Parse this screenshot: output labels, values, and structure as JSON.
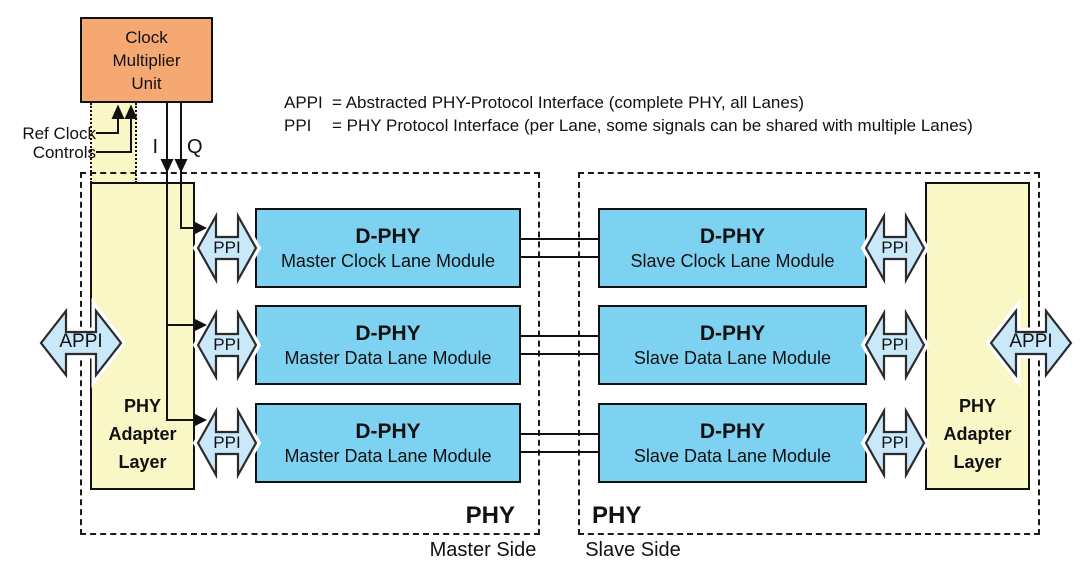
{
  "legend": {
    "rows": [
      {
        "term": "APPI",
        "definition": "= Abstracted PHY-Protocol Interface (complete PHY, all Lanes)"
      },
      {
        "term": "PPI",
        "definition": "= PHY Protocol Interface (per Lane, some signals can be shared with multiple Lanes)"
      }
    ]
  },
  "clock_multiplier_unit": {
    "label": "Clock\nMultiplier\nUnit"
  },
  "signals": {
    "ref_clock": "Ref Clock",
    "controls": "Controls",
    "i": "I",
    "q": "Q"
  },
  "interfaces": {
    "appi": "APPI",
    "ppi": "PPI"
  },
  "master": {
    "adapter_label": "PHY\nAdapter\nLayer",
    "phy_label": "PHY",
    "side_label": "Master Side",
    "modules": [
      {
        "title": "D-PHY",
        "subtitle": "Master Clock Lane Module"
      },
      {
        "title": "D-PHY",
        "subtitle": "Master Data Lane Module"
      },
      {
        "title": "D-PHY",
        "subtitle": "Master Data Lane Module"
      }
    ]
  },
  "slave": {
    "adapter_label": "PHY\nAdapter\nLayer",
    "phy_label": "PHY",
    "side_label": "Slave Side",
    "modules": [
      {
        "title": "D-PHY",
        "subtitle": "Slave Clock Lane Module"
      },
      {
        "title": "D-PHY",
        "subtitle": "Slave Data Lane Module"
      },
      {
        "title": "D-PHY",
        "subtitle": "Slave Data Lane Module"
      }
    ]
  },
  "colors": {
    "cmu_fill": "#F5A872",
    "adapter_fill": "#FAF7C6",
    "module_fill": "#7DD2F2",
    "interface_arrow_fill": "#C9E8FA",
    "line_color": "#111111"
  }
}
